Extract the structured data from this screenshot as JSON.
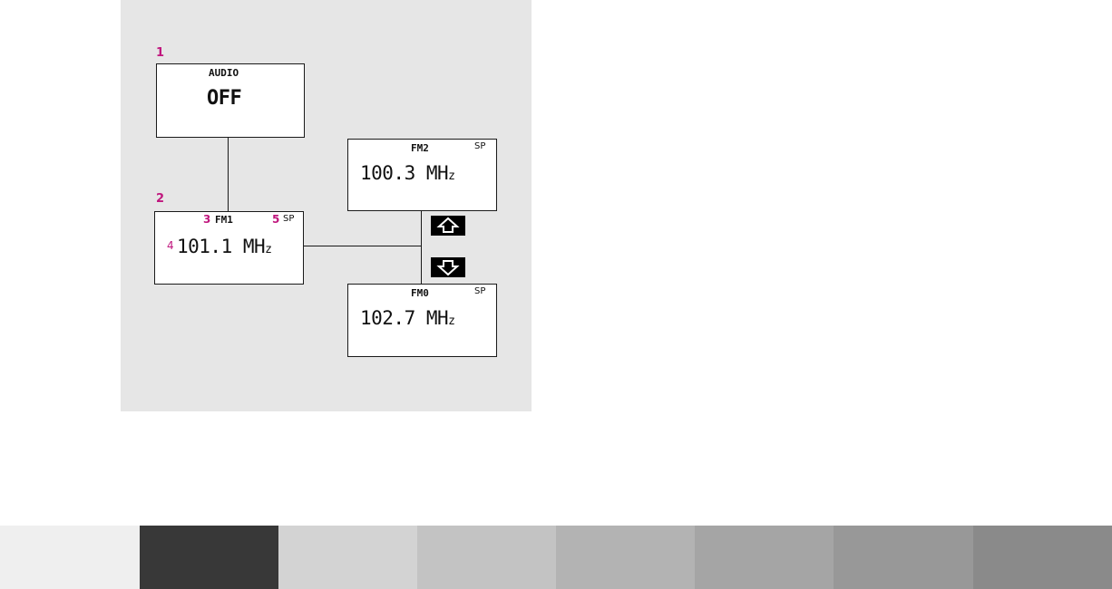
{
  "callouts": {
    "c1": "1",
    "c2": "2",
    "c3": "3",
    "c4": "4",
    "c5": "5"
  },
  "screens": {
    "audio": {
      "title": "AUDIO",
      "value": "OFF"
    },
    "fm1": {
      "band": "FM1",
      "indicator": "SP",
      "freq_number": "101.1 MH",
      "freq_suffix": "z"
    },
    "fm2": {
      "band": "FM2",
      "indicator": "SP",
      "freq_number": "100.3 MH",
      "freq_suffix": "z"
    },
    "fm0": {
      "band": "FM0",
      "indicator": "SP",
      "freq_number": "102.7 MH",
      "freq_suffix": "z"
    }
  },
  "buttons": {
    "up": {
      "icon": "arrow-up-icon"
    },
    "down": {
      "icon": "arrow-down-icon"
    }
  },
  "colors": {
    "callout": "#c0177e",
    "panel": "#e6e6e6"
  },
  "color_bar": [
    "#efefef",
    "#383838",
    "#d3d3d3",
    "#c3c3c3",
    "#b3b3b3",
    "#a5a5a5",
    "#989898",
    "#8a8a8a"
  ]
}
